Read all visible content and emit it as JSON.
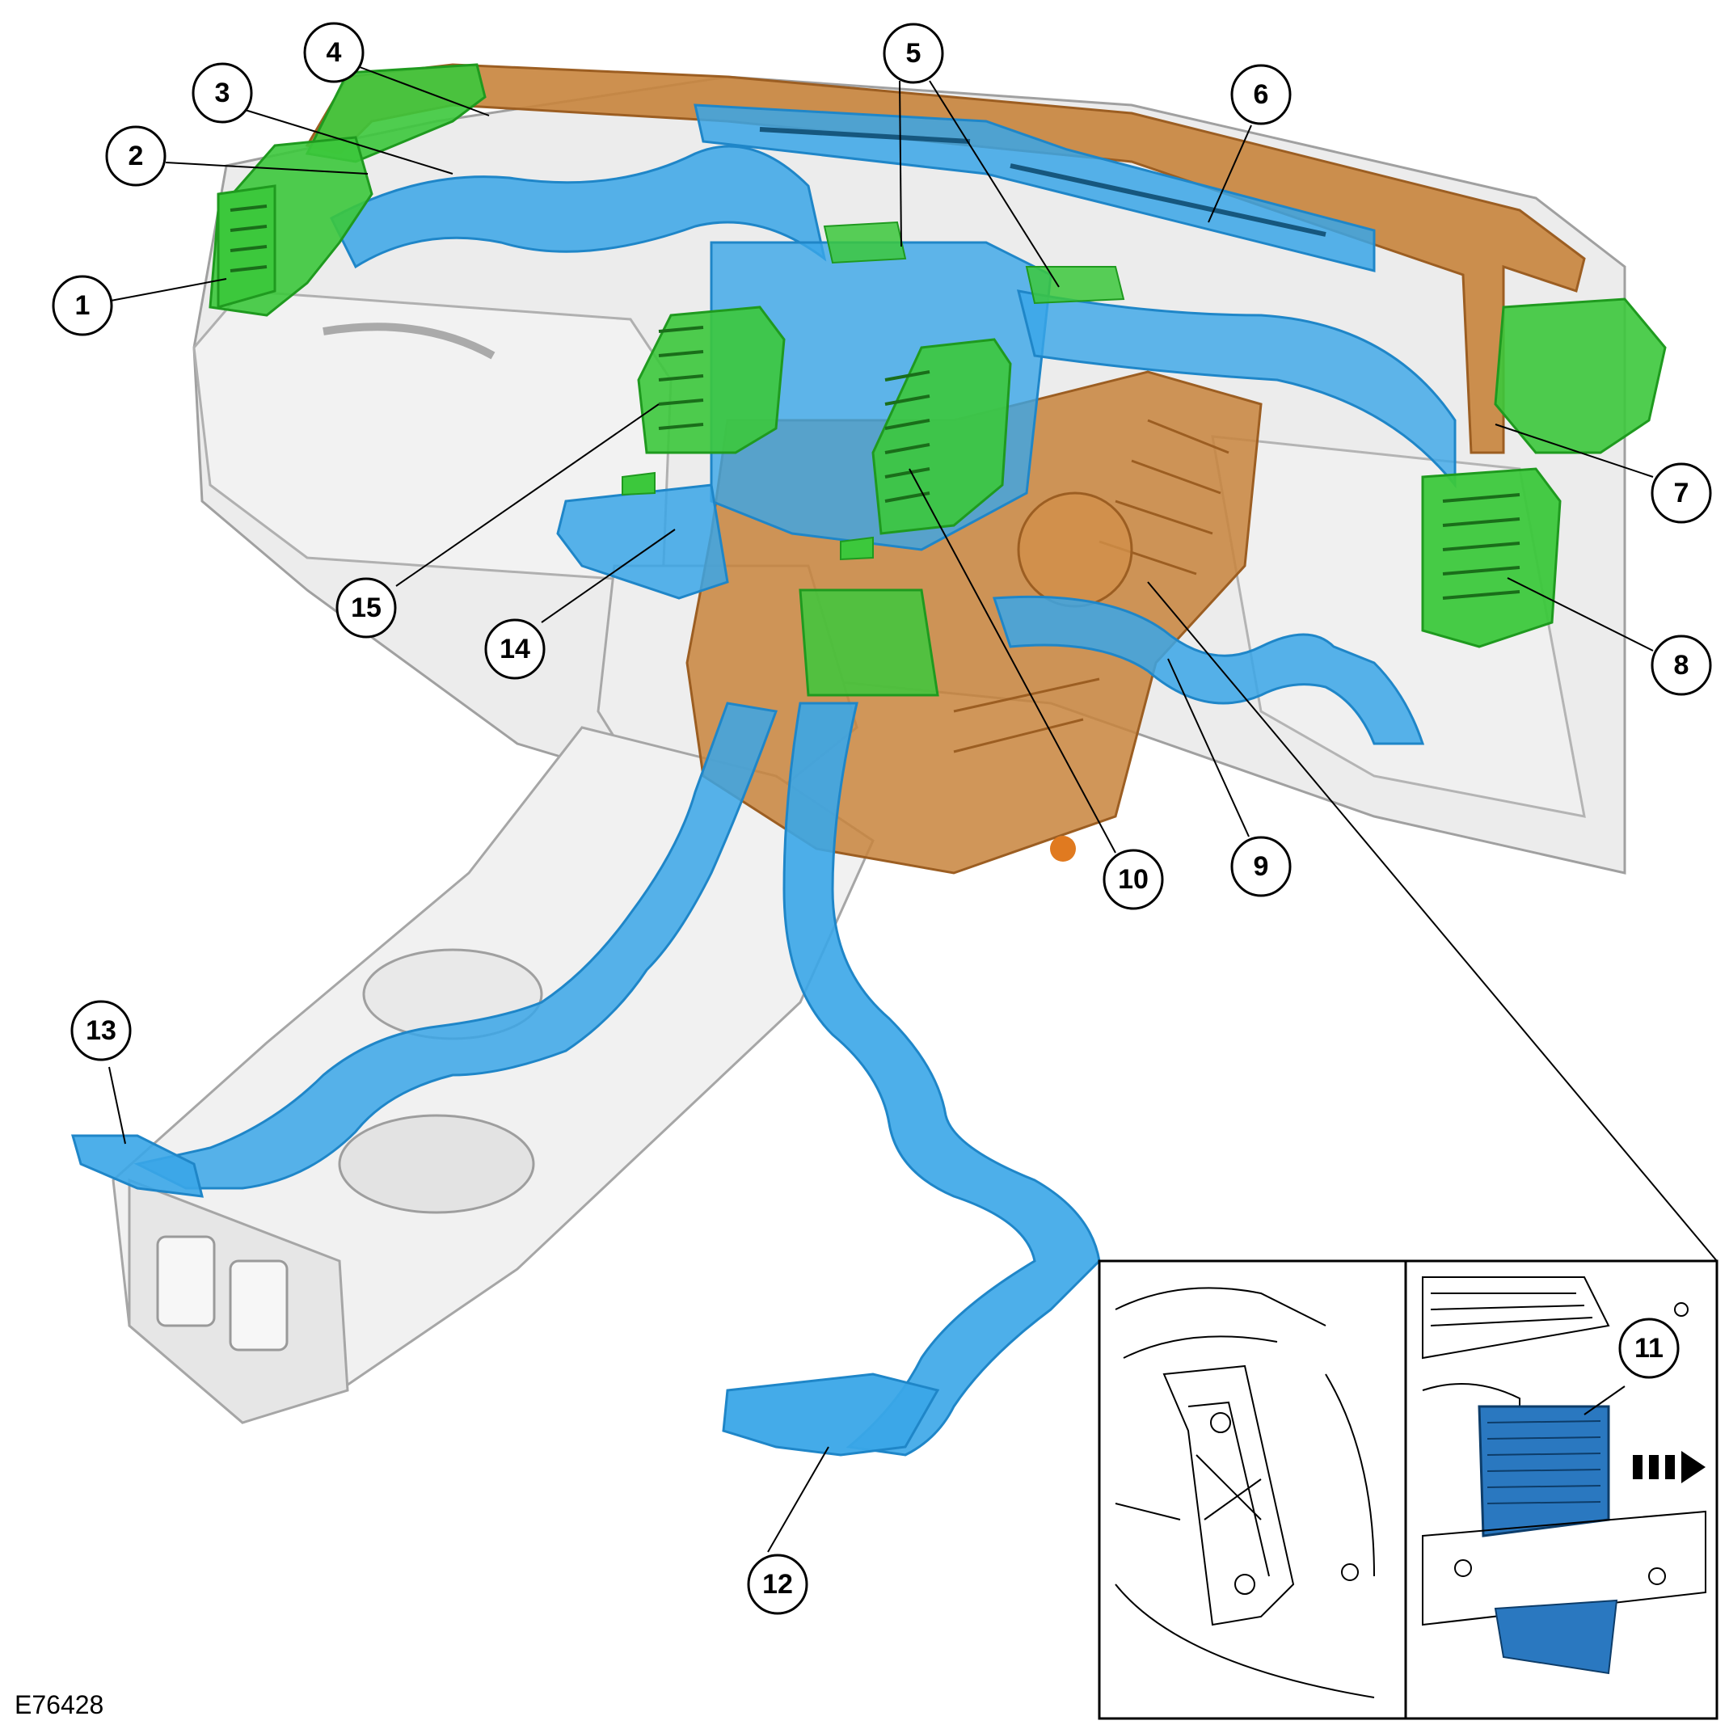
{
  "figure_id": "E76428",
  "callouts": [
    {
      "label": "1"
    },
    {
      "label": "2"
    },
    {
      "label": "3"
    },
    {
      "label": "4"
    },
    {
      "label": "5"
    },
    {
      "label": "6"
    },
    {
      "label": "7"
    },
    {
      "label": "8"
    },
    {
      "label": "9"
    },
    {
      "label": "10"
    },
    {
      "label": "11"
    },
    {
      "label": "12"
    },
    {
      "label": "13"
    },
    {
      "label": "14"
    },
    {
      "label": "15"
    }
  ],
  "colors": {
    "duct_blue": "#3aa6e8",
    "duct_blue_dark": "#1f86c8",
    "vent_green": "#3cc83c",
    "vent_green_dark": "#1f9a1f",
    "housing_orange": "#c8843c",
    "housing_orange_dark": "#9c5e22",
    "trim_grey": "#e4e4e4",
    "trim_grey_line": "#9a9a9a",
    "filter_blue": "#2a78c0"
  }
}
